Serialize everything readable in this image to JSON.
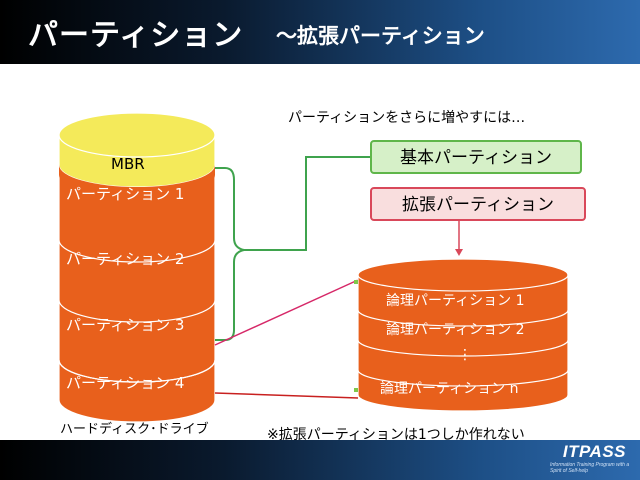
{
  "header": {
    "title": "パーティション",
    "subtitle": "～拡張パーティション"
  },
  "disk": {
    "top_label": "MBR",
    "partitions": [
      "パーティション 1",
      "パーティション 2",
      "パーティション 3",
      "パーティション 4"
    ],
    "caption": "ハードディスク･ドライブ"
  },
  "question": "パーティションをさらに増やすには…",
  "boxes": {
    "basic": "基本パーティション",
    "extended": "拡張パーティション"
  },
  "extended_disk": {
    "logical": [
      "論理パーティション 1",
      "論理パーティション 2",
      "⋮",
      "論理パーティション n"
    ]
  },
  "note": "※拡張パーティションは1つしか作れない",
  "footer": {
    "brand": "ITPASS",
    "tagline": "Information Training Program with a Spirit of Self-help"
  },
  "colors": {
    "partition_fill": "#e8601c",
    "mbr_fill": "#f4ea5a",
    "basic_green": "#5fb64a",
    "extended_red": "#d9485a"
  }
}
